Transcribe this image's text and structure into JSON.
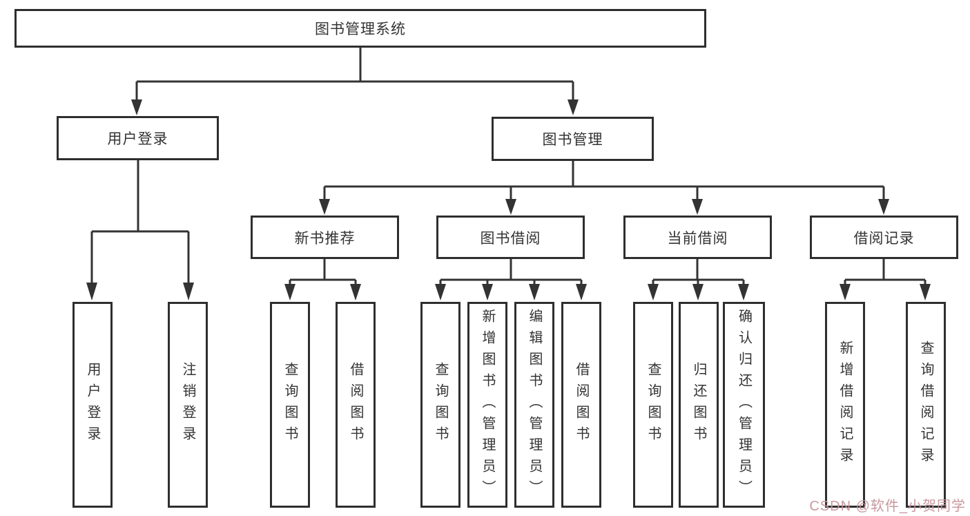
{
  "diagram": {
    "root": "图书管理系统",
    "level2": {
      "user_login": "用户登录",
      "book_mgmt": "图书管理"
    },
    "level3": {
      "new_book": "新书推荐",
      "borrow": "图书借阅",
      "current": "当前借阅",
      "records": "借阅记录"
    },
    "leaves": {
      "login": [
        "用户登录",
        "注销登录"
      ],
      "new_book": [
        "查询图书",
        "借阅图书"
      ],
      "borrow": [
        "查询图书",
        "新增图书（管理员）",
        "编辑图书（管理员）",
        "借阅图书"
      ],
      "current": [
        "查询图书",
        "归还图书",
        "确认归还（管理员）"
      ],
      "records": [
        "新增借阅记录",
        "查询借阅记录"
      ]
    }
  },
  "colors": {
    "line": "#333333",
    "border": "#2e2e2e",
    "text": "#333333",
    "watermark": "#c59299"
  },
  "watermark": "CSDN @软件_小贺同学"
}
